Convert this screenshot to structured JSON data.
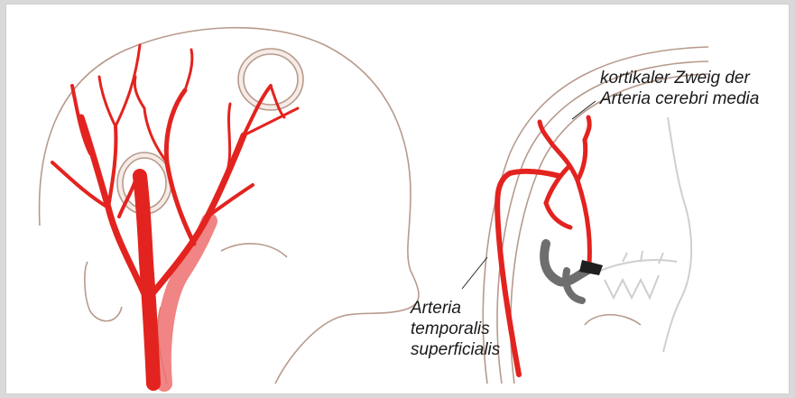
{
  "labels": {
    "cortical_line1": "kortikaler Zweig der",
    "cortical_line2": "Arteria cerebri media",
    "temporal_line1": "Arteria",
    "temporal_line2": "temporalis",
    "temporal_line3": "superficialis"
  },
  "colors": {
    "artery": "#e3231f",
    "artery_light": "#ef6f6f",
    "outline": "#b79a8c",
    "bone": "#cfcfcf",
    "clamp_dark": "#1f1f1f",
    "clamp_gray": "#6e6e6e"
  }
}
